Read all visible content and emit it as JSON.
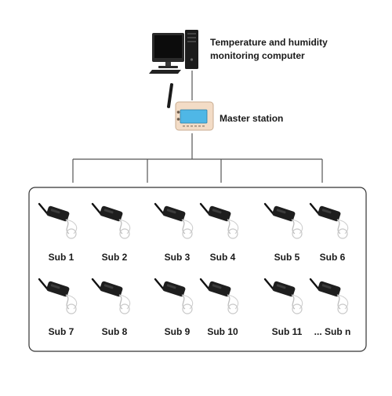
{
  "computer": {
    "label_line1": "Temperature and humidity",
    "label_line2": "monitoring computer",
    "icon": "desktop-computer-icon"
  },
  "master": {
    "label": "Master station",
    "icon": "master-station-device-icon"
  },
  "subs": {
    "icon": "wireless-sensor-icon",
    "row1": [
      "Sub 1",
      "Sub 2",
      "Sub 3",
      "Sub 4",
      "Sub 5",
      "Sub 6"
    ],
    "row2": [
      "Sub 7",
      "Sub 8",
      "Sub 9",
      "Sub 10",
      "Sub 11",
      "... Sub n"
    ]
  },
  "colors": {
    "line": "#555555",
    "master_body": "#f3dcc6",
    "master_screen": "#4fb7e6",
    "sensor_body": "#1e1e1e"
  }
}
